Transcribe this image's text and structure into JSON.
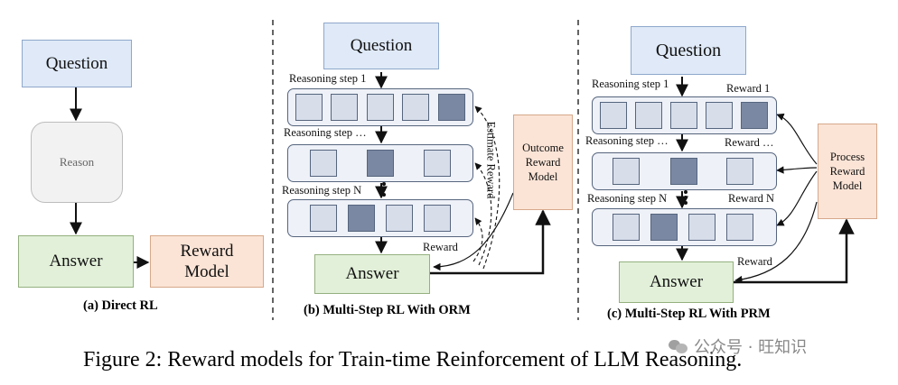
{
  "panel_a": {
    "question": "Question",
    "reason": "Reason",
    "answer": "Answer",
    "reward_model_line1": "Reward",
    "reward_model_line2": "Model",
    "caption": "(a) Direct RL"
  },
  "panel_b": {
    "question": "Question",
    "step1": "Reasoning step 1",
    "step_mid": "Reasoning step …",
    "step_n": "Reasoning step N",
    "answer": "Answer",
    "reward": "Reward",
    "estimate_reward": "Estimate Reward",
    "orm_line1": "Outcome",
    "orm_line2": "Reward",
    "orm_line3": "Model",
    "caption": "(b) Multi-Step RL With ORM"
  },
  "panel_c": {
    "question": "Question",
    "step1": "Reasoning step 1",
    "step_mid": "Reasoning step …",
    "step_n": "Reasoning step N",
    "reward1": "Reward 1",
    "reward_mid": "Reward …",
    "reward_n": "Reward N",
    "answer": "Answer",
    "reward": "Reward",
    "prm_line1": "Process",
    "prm_line2": "Reward",
    "prm_line3": "Model",
    "caption": "(c) Multi-Step RL With PRM"
  },
  "figure_caption": "Figure 2: Reward models for Train-time Reinforcement of LLM Reasoning.",
  "watermark": "公众号 · 旺知识",
  "colors": {
    "question_fill": "#dfe9f7",
    "answer_fill": "#e2f0d9",
    "reward_model_fill": "#fbe4d6",
    "reason_fill": "#f2f2f2",
    "step_cell": "#d7deea",
    "step_cell_highlight": "#7a88a4"
  }
}
